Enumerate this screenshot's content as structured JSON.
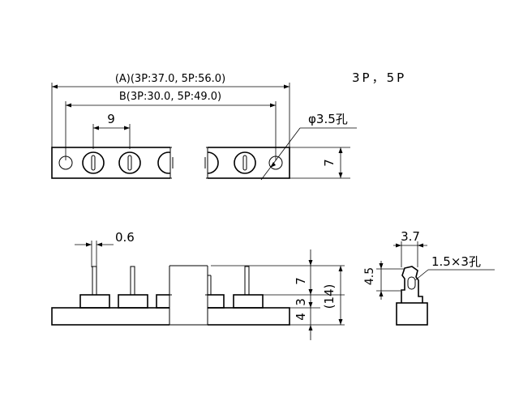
{
  "variants_label": "3P，5P",
  "dimensions": {
    "overall_A": "(A)(3P:37.0, 5P:56.0)",
    "pitch_B": "B(3P:30.0, 5P:49.0)",
    "pitch": "9",
    "hole_diameter": "φ3.5孔",
    "height_top": "7",
    "pin_width": "0.6",
    "height_3": "3",
    "height_4": "4",
    "height_7": "7",
    "total_height": "(14)",
    "side_width": "3.7",
    "side_height": "4.5",
    "slot": "1.5×3孔"
  }
}
